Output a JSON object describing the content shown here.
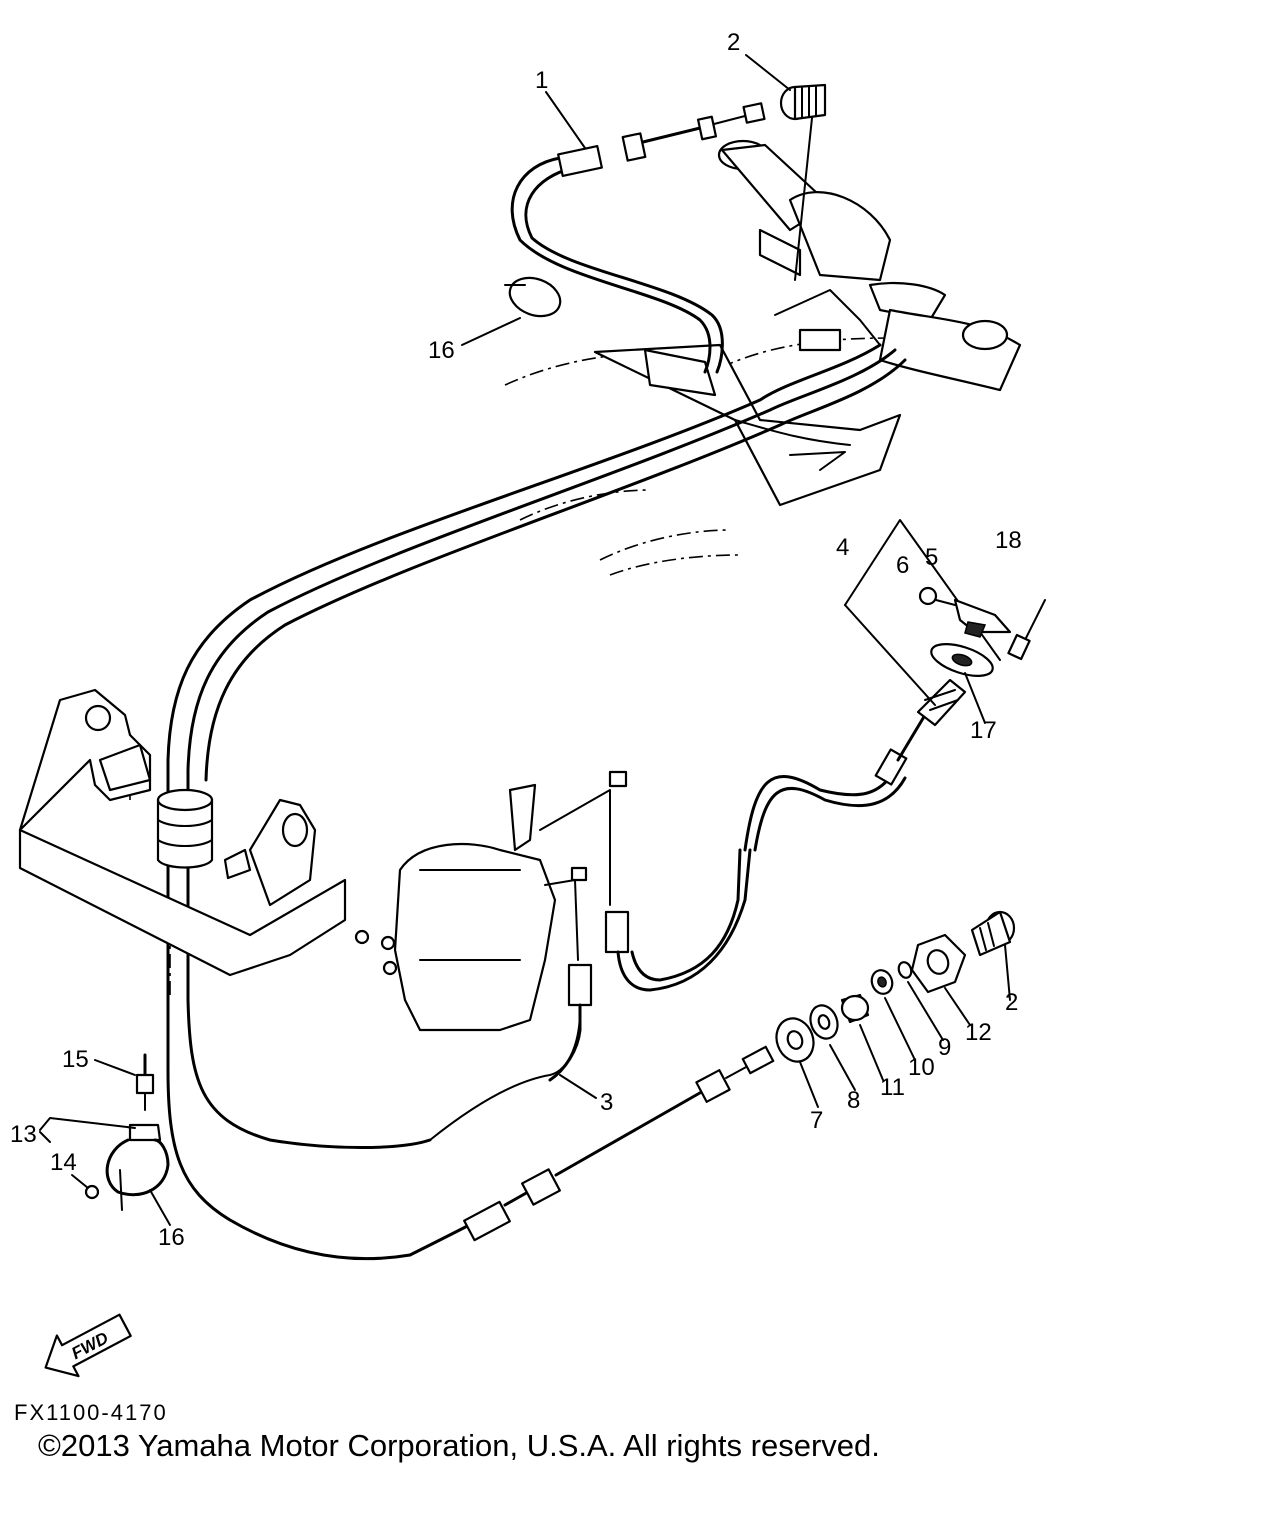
{
  "diagram": {
    "callouts": [
      "1",
      "2",
      "16",
      "4",
      "5",
      "6",
      "18",
      "17",
      "15",
      "13",
      "14",
      "16",
      "3",
      "7",
      "8",
      "11",
      "10",
      "9",
      "12",
      "2"
    ],
    "fwd_label": "FWD",
    "figure_code": "FX1100-4170",
    "copyright": "©2013 Yamaha Motor Corporation, U.S.A. All rights reserved."
  }
}
